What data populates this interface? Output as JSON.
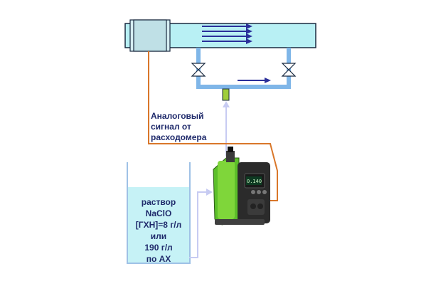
{
  "colors": {
    "pipe": "#b8f0f4",
    "pipe_outline": "#1a2a40",
    "branch_pipe": "#7fb6e8",
    "flow_arrows": "#2a2f9a",
    "signal_wire": "#d9772a",
    "dosing_line": "#c7cbf2",
    "tank_outline": "#9fc1e6",
    "liquid": "#c6f2f6",
    "flowmeter": "#bfe0e6",
    "injector": "#9fce3c",
    "pump_body": "#5cbf2a",
    "pump_head": "#2b2b2b",
    "label_text": "#1f2a6b"
  },
  "icons": {
    "valves": [
      "valve-icon",
      "valve-icon"
    ],
    "flow_arrows": [
      "arrow-right-icon",
      "arrow-right-icon",
      "arrow-right-icon",
      "arrow-right-icon"
    ],
    "pump": "dosing-pump-icon",
    "flowmeter": "flowmeter-icon",
    "injector": "injection-point-icon"
  },
  "signal_label": "Аналоговый сигнал от расходомера",
  "tank_label": {
    "line1": "раствор",
    "line2": "NaClO",
    "line3": "[ГХН]=8 г/л",
    "line4": "или",
    "line5": "190 г/л",
    "line6": "по АХ"
  },
  "pump_display": "0.140"
}
